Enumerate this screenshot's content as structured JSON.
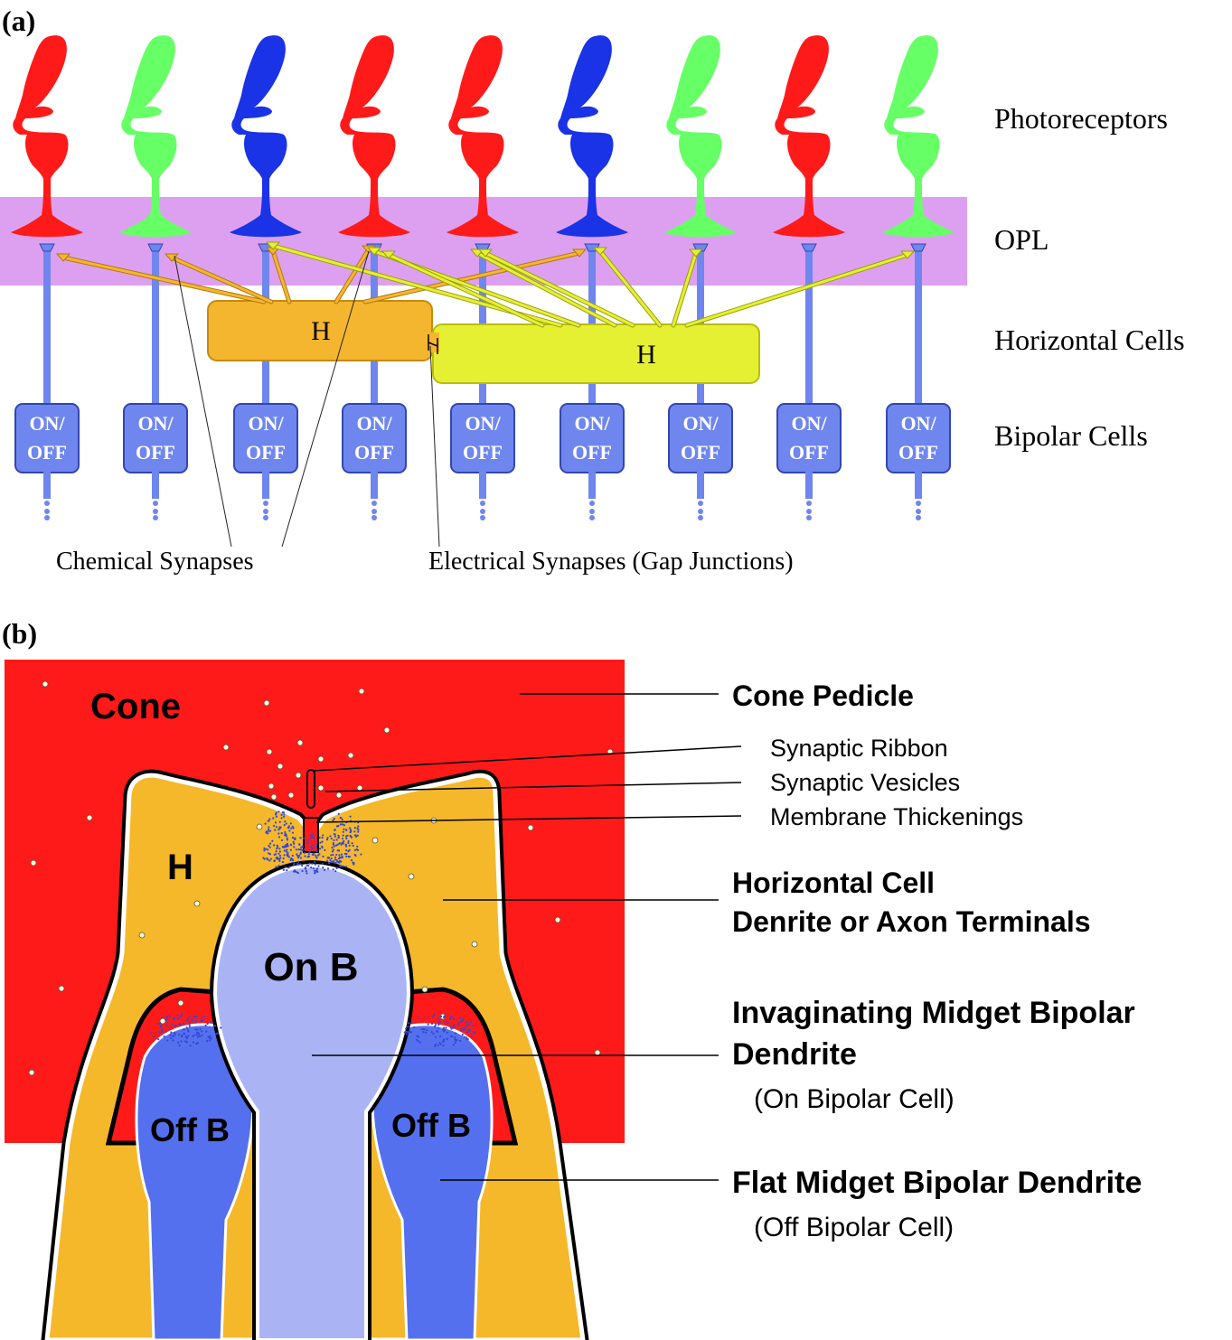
{
  "panel_a": {
    "label": "(a)",
    "layer_labels": {
      "photoreceptors": "Photoreceptors",
      "opl": "OPL",
      "horizontal_cells": "Horizontal Cells",
      "bipolar_cells": "Bipolar Cells"
    },
    "cone_colors": [
      "red",
      "green",
      "blue",
      "red",
      "red",
      "blue",
      "green",
      "red",
      "green"
    ],
    "colors": {
      "red": "#ff1a1a",
      "green": "#66ff66",
      "blue": "#1a33e6",
      "opl_band": "#dda0f0",
      "bipolar": "#6f86ee",
      "horizontal_left": "#f5b62f",
      "horizontal_right": "#e6f032"
    },
    "horizontal_left_label": "H",
    "horizontal_right_label": "H",
    "bipolar_on": "ON/",
    "bipolar_off": "OFF",
    "annotation_chemical": "Chemical Synapses",
    "annotation_electrical": "Electrical Synapses (Gap Junctions)"
  },
  "panel_b": {
    "label": "(b)",
    "cone_label": "Cone",
    "h_label": "H",
    "on_b_label": "On B",
    "off_b_left_label": "Off B",
    "off_b_right_label": "Off B",
    "labels": {
      "cone_pedicle": "Cone Pedicle",
      "synaptic_ribbon": "Synaptic Ribbon",
      "synaptic_vesicles": "Synaptic Vesicles",
      "membrane_thickenings": "Membrane Thickenings",
      "horizontal_line1": "Horizontal Cell",
      "horizontal_line2": "Denrite or Axon Terminals",
      "invaginating_line1": "Invaginating Midget Bipolar",
      "invaginating_line2": "Dendrite",
      "invaginating_line3": "(On Bipolar Cell)",
      "flat_line1": "Flat Midget Bipolar Dendrite",
      "flat_line2": "(Off Bipolar Cell)"
    },
    "colors": {
      "cone": "#ff1a1a",
      "horizontal": "#f5b82a",
      "on_bipolar": "#aab4f5",
      "off_bipolar": "#5570ee"
    }
  }
}
